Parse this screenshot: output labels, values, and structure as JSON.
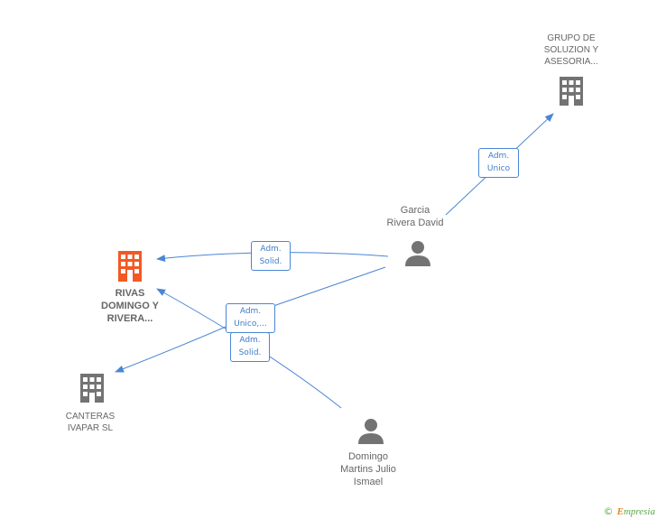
{
  "colors": {
    "edge": "#4a86d4",
    "building_gray": "#737373",
    "building_orange": "#f15a24",
    "person": "#737373",
    "label_text": "#666666"
  },
  "nodes": {
    "grupo": {
      "line1": "GRUPO DE",
      "line2": "SOLUZION Y",
      "line3": "ASESORIA...",
      "icon": "building-icon"
    },
    "garcia": {
      "line1": "Garcia",
      "line2": "Rivera David",
      "icon": "person-icon"
    },
    "rivas": {
      "line1": "RIVAS",
      "line2": "DOMINGO Y",
      "line3": "RIVERA...",
      "icon": "building-icon"
    },
    "canteras": {
      "line1": "CANTERAS",
      "line2": "IVAPAR SL",
      "icon": "building-icon"
    },
    "domingo": {
      "line1": "Domingo",
      "line2": "Martins Julio",
      "line3": "Ismael",
      "icon": "person-icon"
    }
  },
  "edge_labels": {
    "adm_unico_grupo": {
      "line1": "Adm.",
      "line2": "Unico"
    },
    "adm_solid_rivas": {
      "line1": "Adm.",
      "line2": "Solid."
    },
    "adm_unico_canteras": {
      "line1": "Adm.",
      "line2": "Unico,..."
    },
    "adm_solid_domingo": {
      "line1": "Adm.",
      "line2": "Solid."
    }
  },
  "footer": {
    "copyright": "©",
    "brand_first": "E",
    "brand_rest": "mpresia"
  }
}
